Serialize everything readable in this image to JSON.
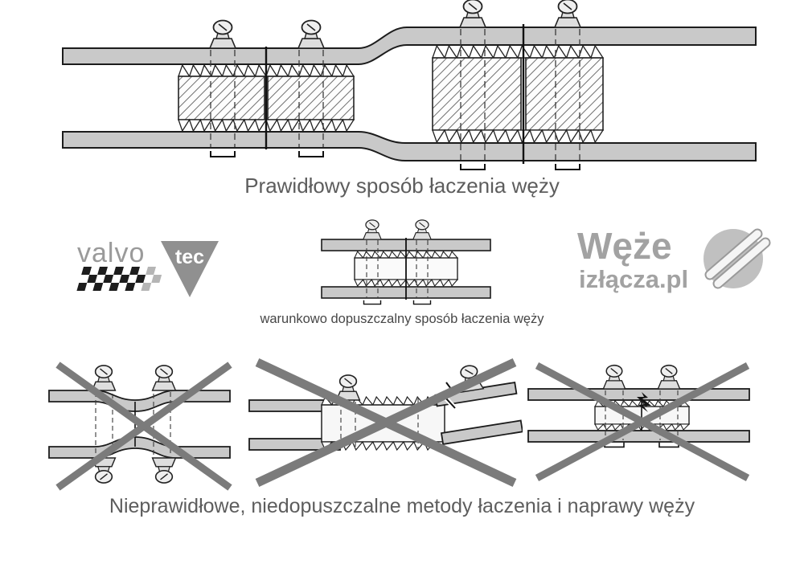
{
  "captions": {
    "correct": "Prawidłowy sposób łaczenia węży",
    "conditional": "warunkowo dopuszczalny sposób łaczenia węży",
    "incorrect": "Nieprawidłowe, niedopuszczalne metody łaczenia i naprawy węży"
  },
  "logos": {
    "valvotec": {
      "text_main": "valvo",
      "text_triangle": "tec"
    },
    "weze": {
      "line1": "Węże",
      "line2": "izłącza.pl"
    }
  },
  "colors": {
    "hose_gray": "#c9c9c9",
    "outline": "#1c1c1c",
    "cross_gray": "#7b7b7b",
    "caption_gray": "#5d5d5d",
    "logo_gray": "#9e9e9e"
  }
}
